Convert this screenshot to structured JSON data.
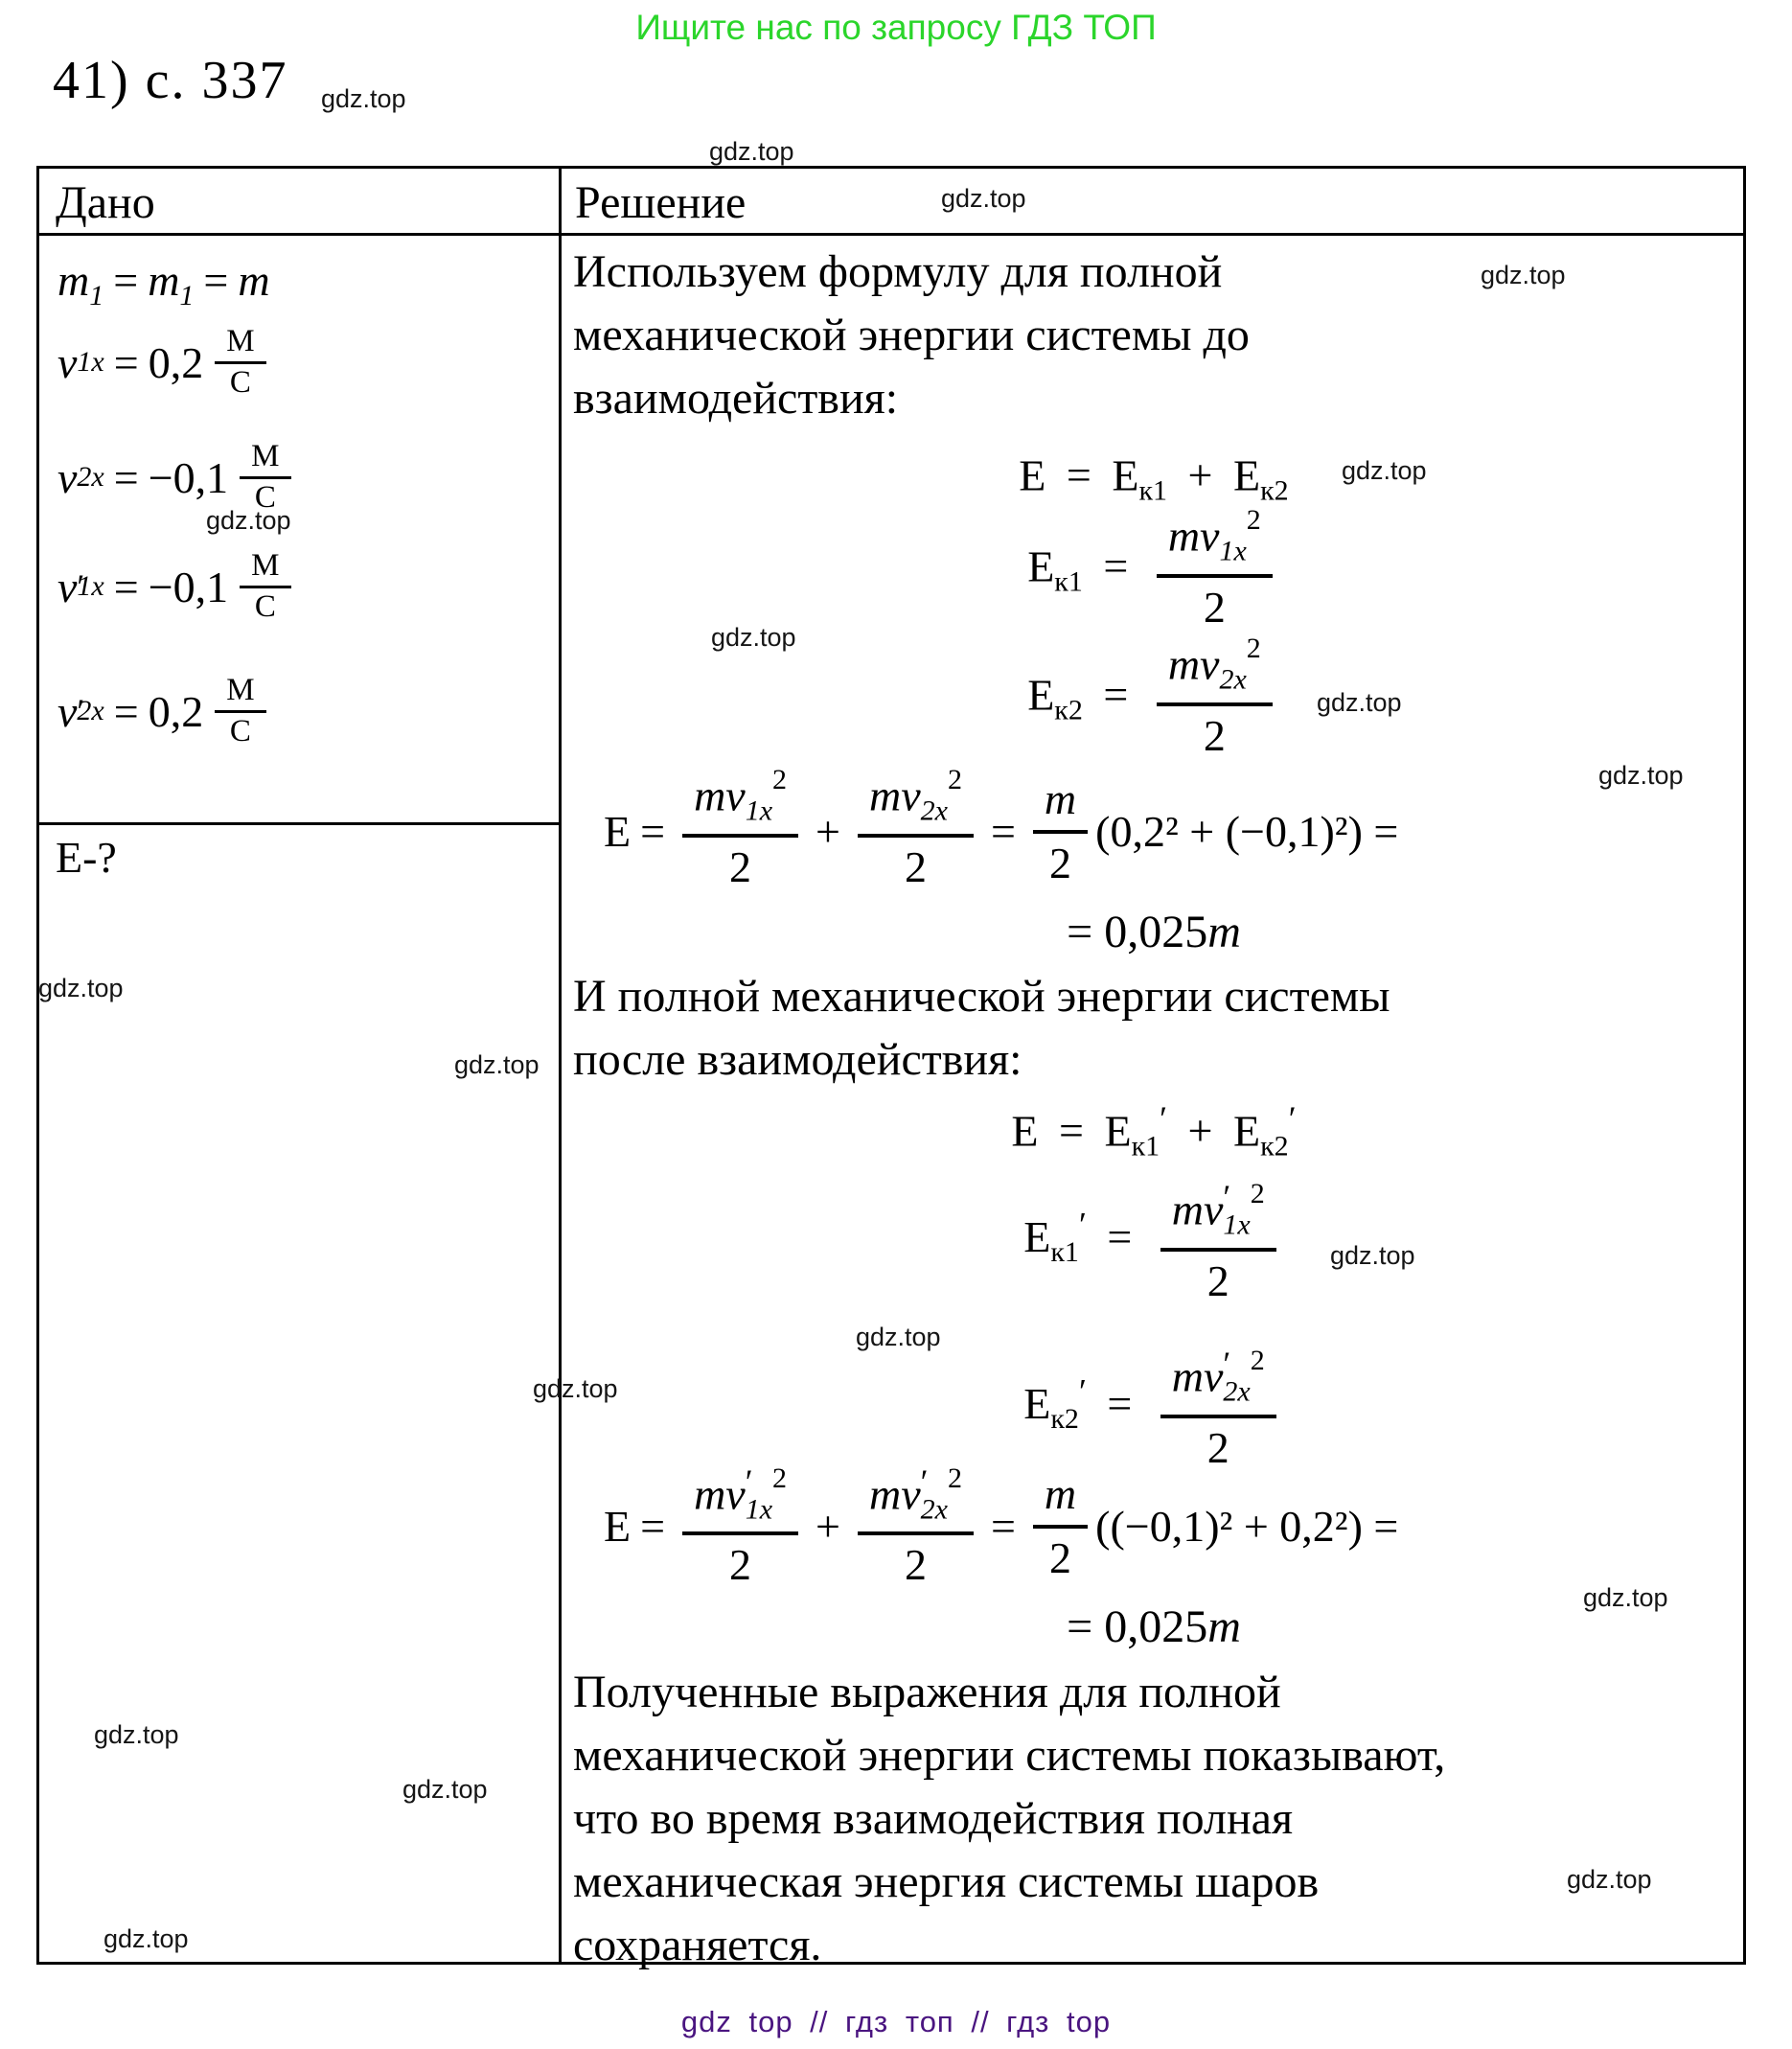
{
  "banner": "Ищите нас по запросу ГДЗ ТОП",
  "title": "41) с. 337",
  "watermark": "gdz.top",
  "footer": "gdz top // гдз топ // гдз top",
  "colors": {
    "banner_green": "#2bd52b",
    "footer_purple": "#4a1580"
  },
  "table": {
    "given_header": "Дано",
    "solution_header": "Решение"
  },
  "given": {
    "m_line": {
      "m1": "m",
      "sub1": "1",
      "eq1": "=",
      "m2": "m",
      "sub2": "1",
      "eq2": "=",
      "m3": "m"
    },
    "rows": [
      {
        "v": "v",
        "prime": "",
        "sub": "1x",
        "eq": "=",
        "value": "0,2",
        "unit_num": "М",
        "unit_den": "С"
      },
      {
        "v": "v",
        "prime": "",
        "sub": "2x",
        "eq": "=",
        "value": "−0,1",
        "unit_num": "М",
        "unit_den": "С"
      },
      {
        "v": "v",
        "prime": "′",
        "sub": "1x",
        "eq": "=",
        "value": "−0,1",
        "unit_num": "М",
        "unit_den": "С"
      },
      {
        "v": "v",
        "prime": "′",
        "sub": "2x",
        "eq": "=",
        "value": "0,2",
        "unit_num": "М",
        "unit_den": "С"
      }
    ],
    "find": "E-?"
  },
  "solution": {
    "para1": [
      "Используем формулу для полной",
      "механической энергии системы до",
      "взаимодействия:"
    ],
    "f1": {
      "lhs": "E",
      "eq": "=",
      "t1": "E",
      "t1sub": "к1",
      "t1prime": "",
      "plus": "+",
      "t2": "E",
      "t2sub": "к2",
      "t2prime": ""
    },
    "f2": {
      "lhs": "E",
      "lhssub": "к1",
      "prime": "",
      "eq": "=",
      "num_mv": "mv",
      "num_prime": "",
      "num_sub": "1x",
      "num_sup": "2",
      "den": "2"
    },
    "f3": {
      "lhs": "E",
      "lhssub": "к2",
      "prime": "",
      "eq": "=",
      "num_mv": "mv",
      "num_prime": "",
      "num_sub": "2x",
      "num_sup": "2",
      "den": "2"
    },
    "f4": {
      "lhs": "E",
      "eq1": "=",
      "fr1": {
        "mv": "mv",
        "prime": "",
        "sub": "1x",
        "sup": "2",
        "den": "2"
      },
      "plus": "+",
      "fr2": {
        "mv": "mv",
        "prime": "",
        "sub": "2x",
        "sup": "2",
        "den": "2"
      },
      "eq2": "=",
      "m": "m",
      "mden": "2",
      "tail": "(0,2² + (−0,1)²) =",
      "result_eq": "= 0,025",
      "result_m": "m"
    },
    "para2": [
      "И полной механической энергии системы",
      "после взаимодействия:"
    ],
    "f5": {
      "lhs": "E",
      "eq": "=",
      "t1": "E",
      "t1sub": "к1",
      "t1prime": "′",
      "plus": "+",
      "t2": "E",
      "t2sub": "к2",
      "t2prime": "′"
    },
    "f6": {
      "lhs": "E",
      "lhssub": "к1",
      "prime": "′",
      "eq": "=",
      "num_mv": "mv",
      "num_prime": "′",
      "num_sub": "1x",
      "num_sup": "2",
      "den": "2"
    },
    "f7": {
      "lhs": "E",
      "lhssub": "к2",
      "prime": "′",
      "eq": "=",
      "num_mv": "mv",
      "num_prime": "′",
      "num_sub": "2x",
      "num_sup": "2",
      "den": "2"
    },
    "f8": {
      "lhs": "E",
      "eq1": "=",
      "fr1": {
        "mv": "mv",
        "prime": "′",
        "sub": "1x",
        "sup": "2",
        "den": "2"
      },
      "plus": "+",
      "fr2": {
        "mv": "mv",
        "prime": "′",
        "sub": "2x",
        "sup": "2",
        "den": "2"
      },
      "eq2": "=",
      "m": "m",
      "mden": "2",
      "tail": "((−0,1)² + 0,2²) =",
      "result_eq": "= 0,025",
      "result_m": "m"
    },
    "para3": [
      "Полученные выражения для полной",
      "механической энергии системы показывают,",
      "что во время взаимодействия полная",
      "механическая энергия системы шаров",
      "сохраняется."
    ]
  }
}
